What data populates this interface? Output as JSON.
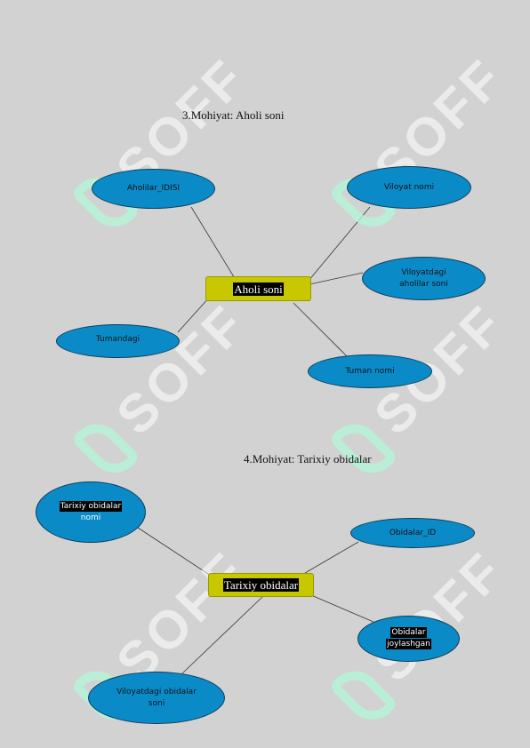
{
  "colors": {
    "background": "#d2d2d2",
    "entity_fill": "#c8c800",
    "attribute_fill": "#0a8bc8",
    "connector": "#333333"
  },
  "watermark": {
    "text": "SOFF"
  },
  "section3": {
    "title": "3.Mohiyat: Aholi soni",
    "entity": "Aholi soni",
    "attributes": {
      "aholilar_id": "Aholilar_IDISI",
      "viloyat_nomi": "Viloyat nomi",
      "viloyat_aholilar_line1": "Viloyatdagi",
      "viloyat_aholilar_line2": "aholilar soni",
      "tumandagi": "Tumandagi",
      "tuman_nomi": "Tuman nomi"
    }
  },
  "section4": {
    "title": "4.Mohiyat: Tarixiy obidalar",
    "entity": "Tarixiy obidalar",
    "attributes": {
      "tarixiy_nomi_line1": "Tarixiy obidalar",
      "tarixiy_nomi_line2": "nomi",
      "obidalar_id": "Obidalar_ID",
      "joylashgan_line1": "Obidalar",
      "joylashgan_line2": "joylashgan",
      "viloyat_obidalar_line1": "Viloyatdagi obidalar",
      "viloyat_obidalar_line2": "soni"
    }
  }
}
